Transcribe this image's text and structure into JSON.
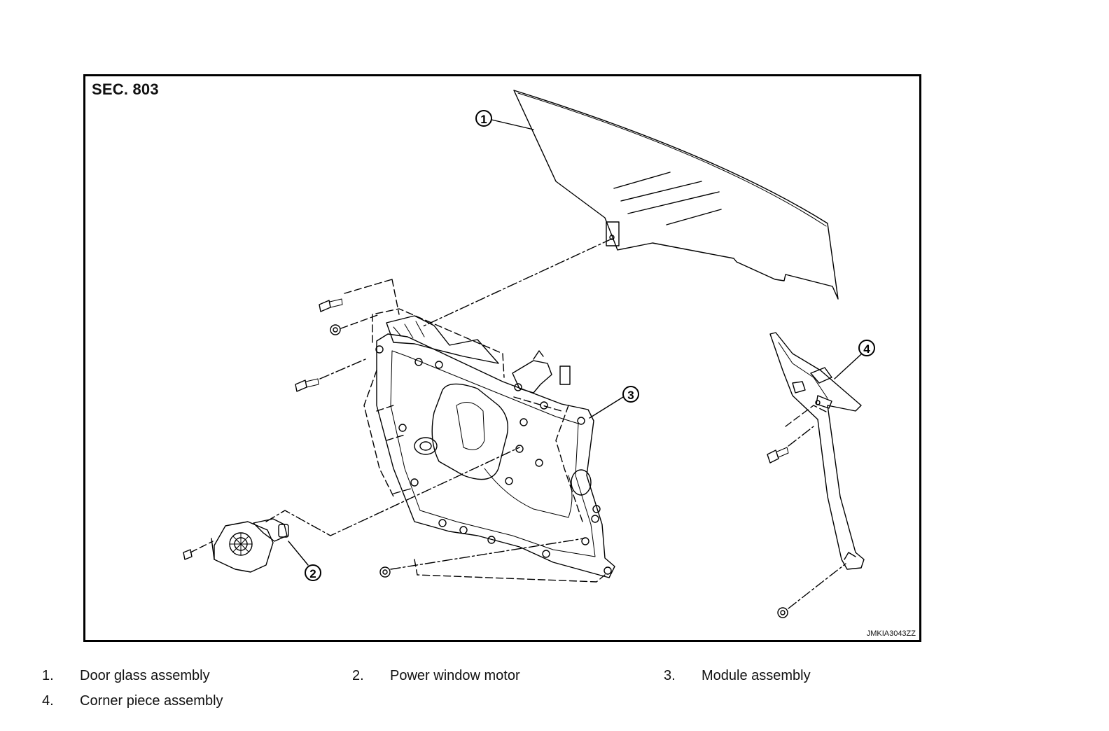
{
  "diagram": {
    "section": "SEC. 803",
    "ref_code": "JMKIA3043ZZ",
    "callouts": [
      "1",
      "2",
      "3",
      "4"
    ]
  },
  "legend": [
    {
      "num": "1.",
      "label": "Door glass assembly"
    },
    {
      "num": "2.",
      "label": "Power window motor"
    },
    {
      "num": "3.",
      "label": "Module assembly"
    },
    {
      "num": "4.",
      "label": "Corner piece assembly"
    }
  ]
}
